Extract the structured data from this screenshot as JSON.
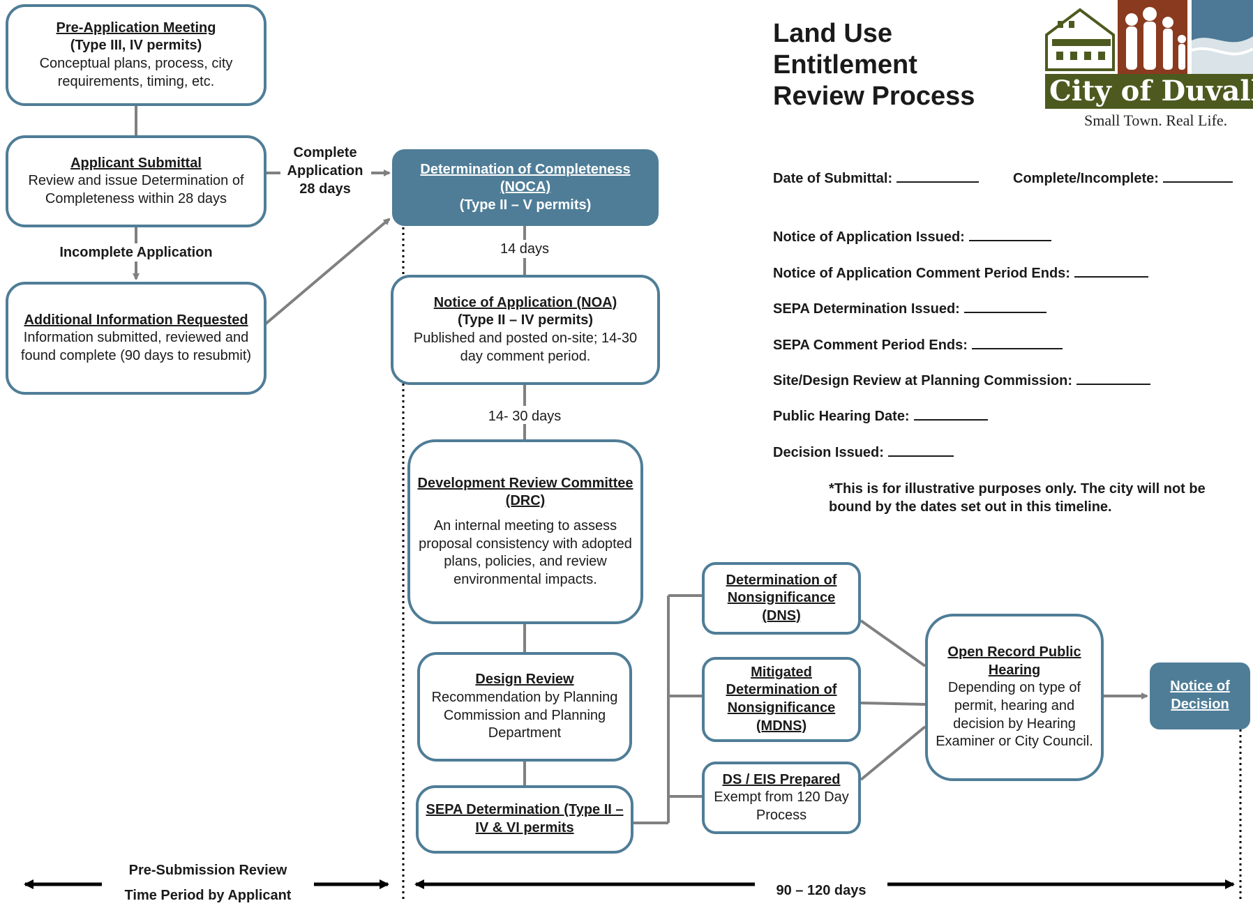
{
  "diagram": {
    "title": [
      "Land Use",
      "Entitlement",
      "Review Process"
    ],
    "logo": {
      "name": "City of Duvall",
      "tagline": "Small Town. Real Life."
    },
    "boxes": {
      "pre_app": {
        "title": "Pre-Application Meeting",
        "subtitle": "(Type III, IV permits)",
        "body": "Conceptual plans, process, city requirements, timing, etc."
      },
      "applicant_submittal": {
        "title": "Applicant Submittal",
        "body": "Review and issue Determination of Completeness within 28 days"
      },
      "additional_info": {
        "title": "Additional Information Requested",
        "body": "Information submitted, reviewed and found complete (90 days to resubmit)"
      },
      "noca": {
        "title": "Determination  of Completeness (NOCA)",
        "subtitle": "(Type II – V permits)"
      },
      "noa": {
        "title": "Notice of Application (NOA)",
        "subtitle": "(Type II – IV permits)",
        "body": "Published and posted on-site; 14-30 day comment period."
      },
      "drc": {
        "title": "Development Review Committee (DRC)",
        "body": "An internal meeting to assess proposal consistency with adopted plans, policies, and review environmental impacts."
      },
      "design_review": {
        "title": "Design Review",
        "body": "Recommendation by Planning Commission and Planning Department"
      },
      "sepa": {
        "title": "SEPA Determination (Type II – IV & VI permits"
      },
      "dns": {
        "title": "Determination of Nonsignificance (DNS)"
      },
      "mdns": {
        "title": "Mitigated Determination of Nonsignificance (MDNS)"
      },
      "ds_eis": {
        "title": "DS / EIS Prepared",
        "body": "Exempt from 120 Day Process"
      },
      "hearing": {
        "title": "Open Record Public Hearing",
        "body": "Depending on type of permit, hearing and decision by Hearing Examiner or City Council."
      },
      "decision": {
        "title": "Notice of Decision"
      }
    },
    "labels": {
      "complete": [
        "Complete",
        "Application",
        "28 days"
      ],
      "incomplete": "Incomplete Application",
      "days14": "14 days",
      "days14_30": "14- 30  days",
      "pre_submission": [
        "Pre-Submission Review",
        "Time Period by Applicant"
      ],
      "days90_120": "90 – 120 days"
    },
    "form_fields": [
      {
        "label": "Date of Submittal:"
      },
      {
        "label": "Complete/Incomplete:"
      },
      {
        "label": "Notice of Application Issued:"
      },
      {
        "label": "Notice of Application Comment Period Ends:"
      },
      {
        "label": "SEPA Determination Issued:"
      },
      {
        "label": "SEPA Comment Period Ends:"
      },
      {
        "label": "Site/Design Review at Planning Commission:"
      },
      {
        "label": "Public Hearing Date:"
      },
      {
        "label": "Decision Issued:"
      }
    ],
    "note": "*This is for illustrative purposes only.  The city will not be bound by the dates set out in this timeline.",
    "colors": {
      "box_border": "#4f7d97",
      "filled_box": "#4f7d97",
      "connector": "#808080",
      "logo_band": "#4c5a1f"
    }
  }
}
